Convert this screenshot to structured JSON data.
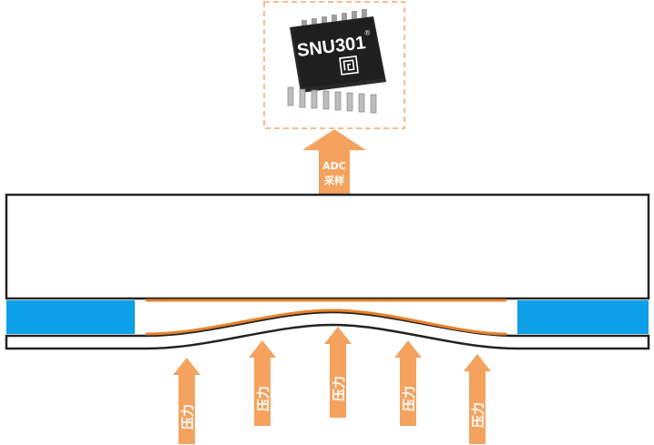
{
  "colors": {
    "orange": "#f4a25e",
    "orange_line": "#e8822a",
    "blue": "#0ea0e8",
    "outline": "#222222",
    "dash": "#f0a870",
    "chip_body": "#2a2a2a",
    "chip_pin": "#bdbdbd"
  },
  "chip": {
    "part_number": "SNU301",
    "registered_mark": "®",
    "logo_icon": "square-spiral-logo-icon"
  },
  "adc_arrow": {
    "line1": "ADC",
    "line2": "采样"
  },
  "pressure_arrows": [
    {
      "label": "压力"
    },
    {
      "label": "压力"
    },
    {
      "label": "压力"
    },
    {
      "label": "压力"
    },
    {
      "label": "压力"
    }
  ]
}
